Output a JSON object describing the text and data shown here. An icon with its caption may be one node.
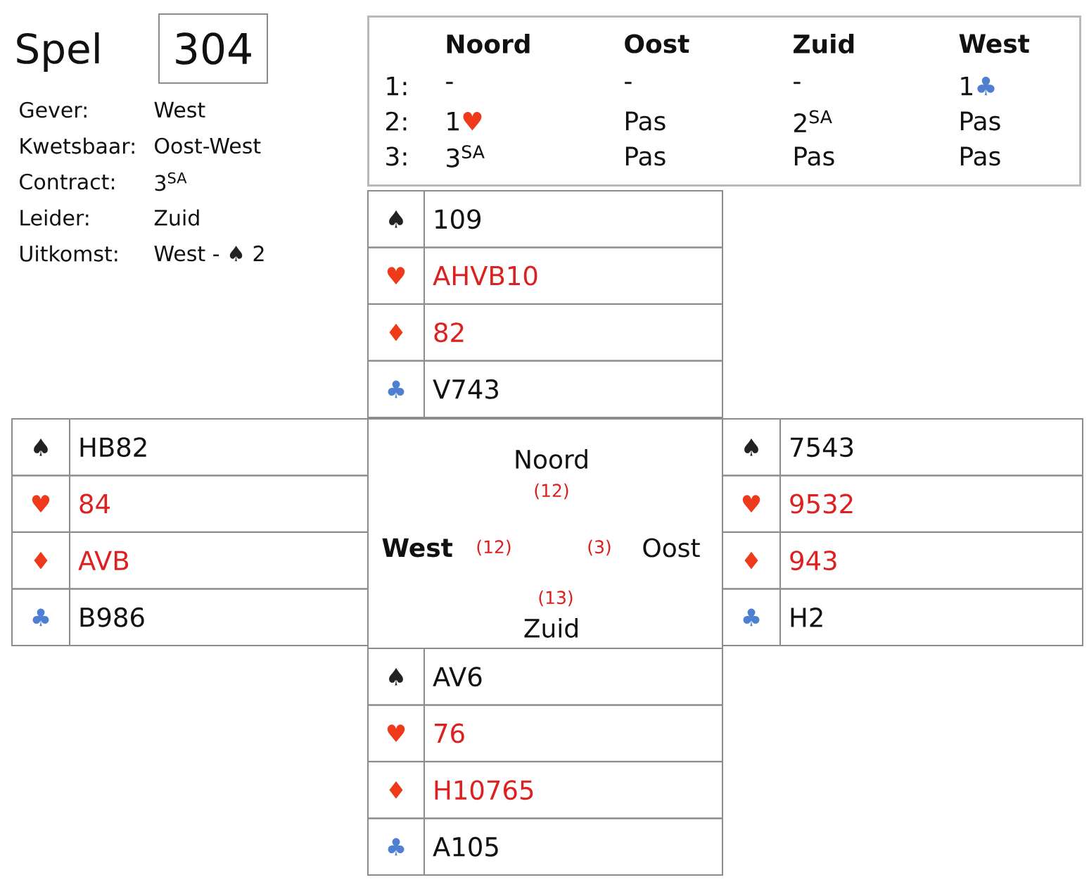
{
  "diagram": {
    "nodes": [
      {
        "text": [
          "304"
        ],
        "beside": [
          "Spel"
        ]
      },
      {
        "text": [
          "Noord",
          "Oost",
          "Zuid",
          "West",
          "1:",
          "-",
          "-",
          "-",
          "1♣",
          "2:",
          "1♥",
          "Pas",
          "2$^{SA}$",
          "Pas",
          "3:",
          "3$^{SA}$",
          "Pas",
          "Pas",
          "Pas"
        ]
      },
      {
        "text": [
          "♠",
          "109",
          "♥",
          "AHVB10",
          "♦",
          "82",
          "♣",
          "V743"
        ]
      },
      {
        "text": [
          "♠",
          "HB82",
          "♥",
          "84",
          "♦",
          "AVB",
          "♣",
          "B986"
        ]
      },
      {
        "text": [
          "Noord",
          "(12)",
          "West",
          "(12)",
          "(3)",
          "Oost",
          "(13)",
          "Zuid"
        ]
      },
      {
        "text": [
          "♠",
          "7543",
          "♥",
          "9532",
          "♦",
          "943",
          "♣",
          "H2"
        ]
      },
      {
        "text": [
          "♠",
          "AV6",
          "♥",
          "76",
          "♦",
          "H10765",
          "♣",
          "A105"
        ]
      }
    ],
    "labels": [
      "Gever:",
      "West",
      "Kwetsbaar:",
      "Oost-West",
      "Contract:",
      "3$^{SA}$",
      "Leider:",
      "Zuid",
      "Uitkomst:",
      "West - ♠ 2"
    ]
  }
}
